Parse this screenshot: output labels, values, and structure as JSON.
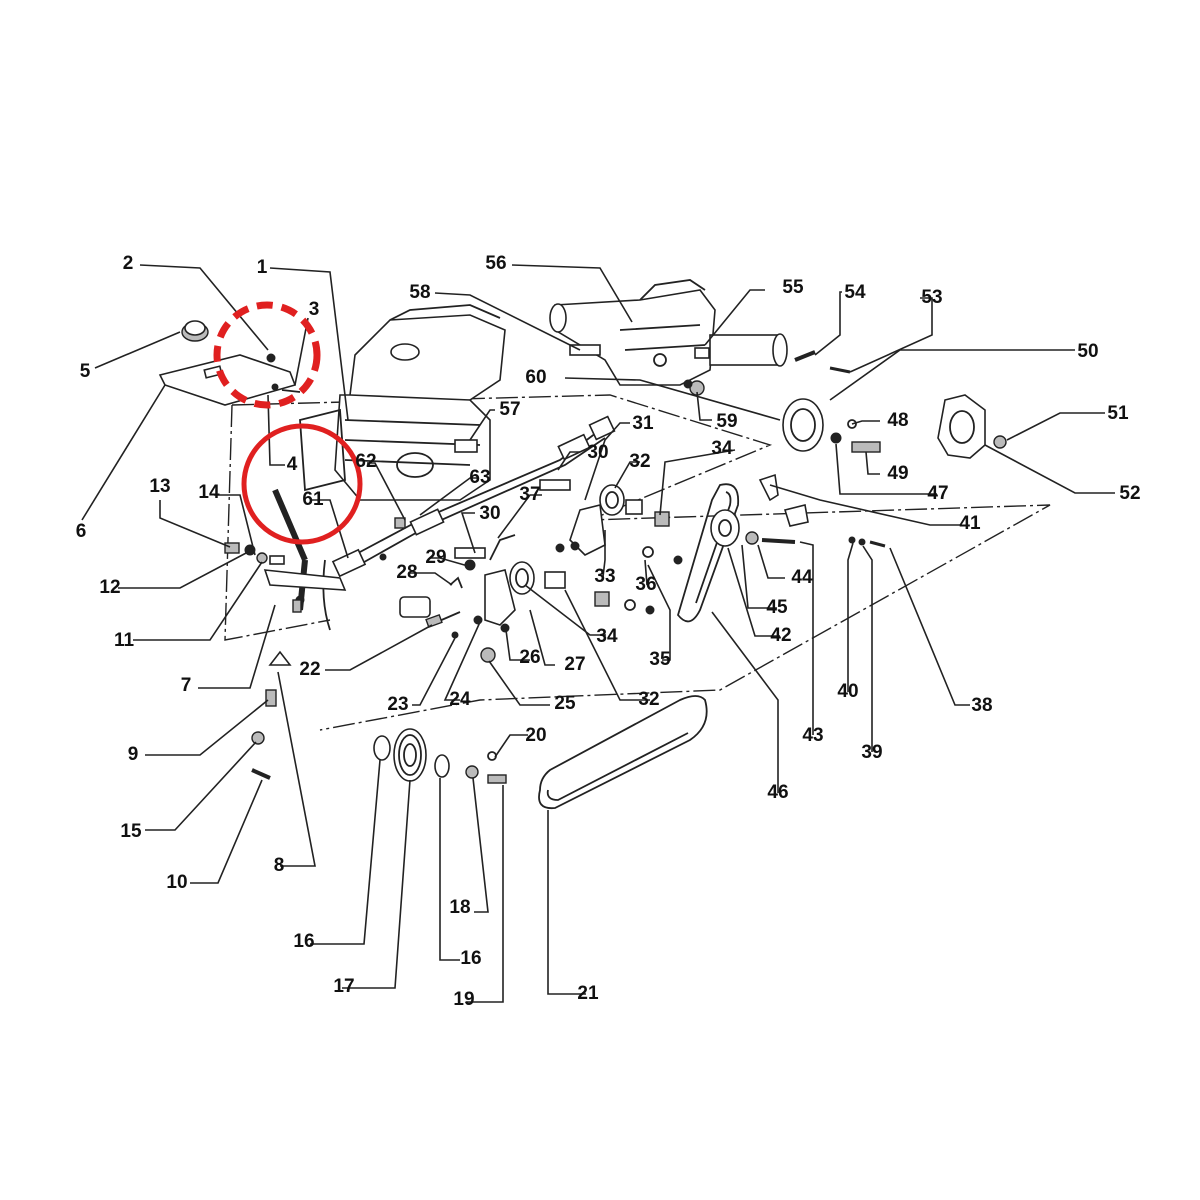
{
  "diagram": {
    "labels": {
      "p1": "1",
      "p2": "2",
      "p3": "3",
      "p4": "4",
      "p5": "5",
      "p6": "6",
      "p7": "7",
      "p8": "8",
      "p9": "9",
      "p10": "10",
      "p11": "11",
      "p12": "12",
      "p13": "13",
      "p14": "14",
      "p15": "15",
      "p16a": "16",
      "p16b": "16",
      "p17": "17",
      "p18": "18",
      "p19": "19",
      "p20": "20",
      "p21": "21",
      "p22": "22",
      "p23": "23",
      "p24": "24",
      "p25": "25",
      "p26": "26",
      "p27": "27",
      "p28": "28",
      "p29": "29",
      "p30a": "30",
      "p30b": "30",
      "p31": "31",
      "p32a": "32",
      "p32b": "32",
      "p33": "33",
      "p34a": "34",
      "p34b": "34",
      "p35": "35",
      "p36": "36",
      "p37": "37",
      "p38": "38",
      "p39": "39",
      "p40": "40",
      "p41": "41",
      "p42": "42",
      "p43": "43",
      "p44": "44",
      "p45": "45",
      "p46": "46",
      "p47": "47",
      "p48": "48",
      "p49": "49",
      "p50": "50",
      "p51": "51",
      "p52": "52",
      "p53": "53",
      "p54": "54",
      "p55": "55",
      "p56": "56",
      "p57": "57",
      "p58": "58",
      "p59": "59",
      "p60": "60",
      "p61": "61",
      "p62": "62",
      "p63": "63"
    },
    "highlights": {
      "dashed_circle_color": "#e02020",
      "solid_circle_color": "#e02020"
    }
  }
}
